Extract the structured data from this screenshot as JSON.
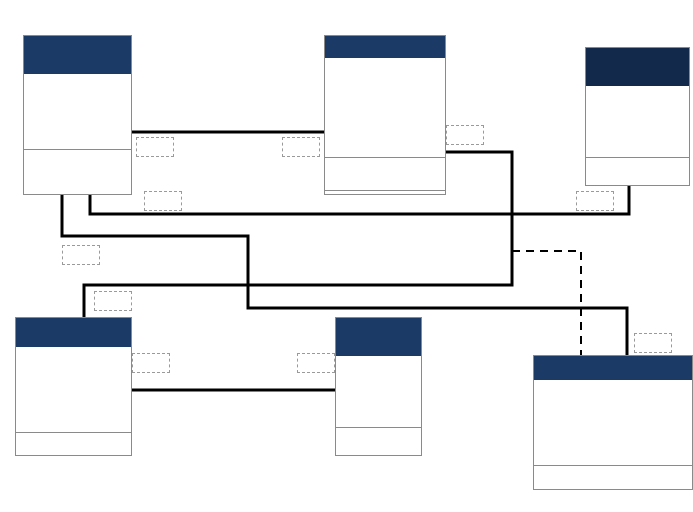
{
  "colors": {
    "header_blue": "#1b3b66",
    "header_dark": "#13294b",
    "line": "#000000",
    "border": "#8a8a8a",
    "label_border": "#9a9a9a"
  },
  "classes": [
    {
      "id": "class-top-left",
      "header_color": "header_blue",
      "name": ""
    },
    {
      "id": "class-top-center",
      "header_color": "header_blue",
      "name": ""
    },
    {
      "id": "class-top-right",
      "header_color": "header_dark",
      "name": ""
    },
    {
      "id": "class-bottom-left",
      "header_color": "header_blue",
      "name": ""
    },
    {
      "id": "class-bottom-center",
      "header_color": "header_blue",
      "name": ""
    },
    {
      "id": "class-bottom-right",
      "header_color": "header_blue",
      "name": ""
    }
  ],
  "edge_labels": [
    "",
    "",
    "",
    "",
    "",
    "",
    "",
    "",
    "",
    "",
    ""
  ]
}
